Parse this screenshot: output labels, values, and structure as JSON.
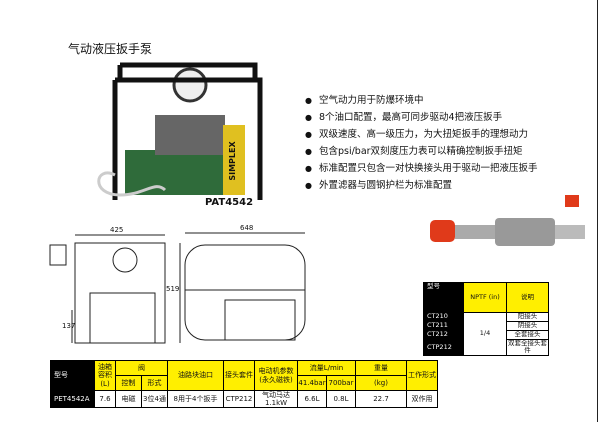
{
  "title": "气动液压扳手泵",
  "model_label": "PAT4542",
  "brand_on_pump": "SIMPLEX",
  "features": [
    "空气动力用于防爆环境中",
    "8个油口配置，最高可同步驱动4把液压扳手",
    "双级速度、高一级压力，为大扭矩扳手的理想动力",
    "包含psi/bar双刻度压力表可以精确控制扳手扭矩",
    "标准配置只包含一对快换接头用于驱动一把液压扳手",
    "外置滤器与圆钢护栏为标准配置"
  ],
  "dimensions": {
    "width": "425",
    "length": "648",
    "height": "519",
    "tank_height": "137"
  },
  "main_table": {
    "headers": {
      "model": "型号",
      "tank": "油箱容积(L)",
      "valve": "阀",
      "valve_control": "控制",
      "valve_type": "形式",
      "ports": "油路块油口",
      "coupler": "接头套件",
      "motor": "电动机参数(永久磁铁)",
      "flow": "流量L/min",
      "flow_low": "41.4bar",
      "flow_high": "700bar",
      "weight": "重量",
      "weight_unit": "(kg)",
      "mode": "工作形式"
    },
    "row": {
      "model": "PET4542A",
      "tank": "7.6",
      "valve_control": "电磁",
      "valve_type": "3位4通",
      "ports": "8用于4个扳手",
      "coupler": "CTP212",
      "motor": "气动马达 1.1kW",
      "flow_low": "6.6L",
      "flow_high": "0.8L",
      "weight": "22.7",
      "mode": "双作用"
    }
  },
  "coupler_table": {
    "headers": {
      "model": "型号",
      "nptf": "NPTF (in)",
      "desc": "说明"
    },
    "nptf": "1/4",
    "rows": [
      {
        "model": "CT210",
        "desc": "阳接头"
      },
      {
        "model": "CT211",
        "desc": "阴接头"
      },
      {
        "model": "CT212",
        "desc": "全套接头"
      },
      {
        "model": "CTP212",
        "desc": "双套全接头套件"
      }
    ]
  },
  "colors": {
    "header_yellow": "#ffef00",
    "pump_green": "#2f6b3a"
  }
}
